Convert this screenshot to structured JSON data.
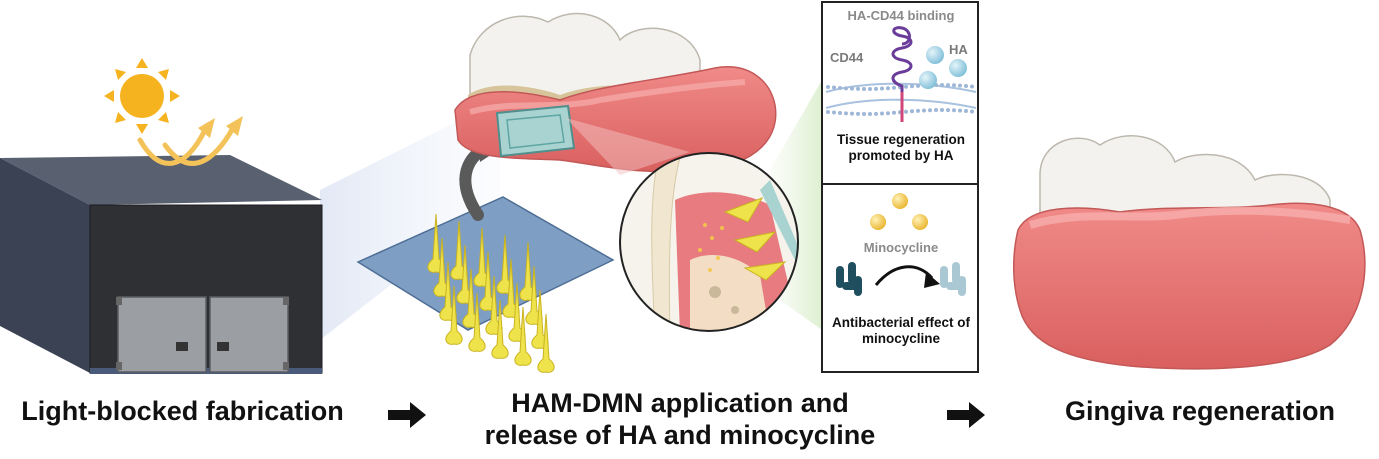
{
  "steps": [
    {
      "caption": "Light-blocked fabrication"
    },
    {
      "caption": "HAM-DMN application and release of HA and minocycline"
    },
    {
      "caption": "Gingiva regeneration"
    }
  ],
  "panel": {
    "binding_title": "HA-CD44 binding",
    "cd44_label": "CD44",
    "ha_label": "HA",
    "tissue_text": "Tissue regeneration promoted by HA",
    "minocycline_label": "Minocycline",
    "antibacterial_text": "Antibacterial effect of minocycline"
  },
  "colors": {
    "gum": "#e3706f",
    "gum_light": "#f19a98",
    "tooth": "#f4f2ee",
    "plaque": "#d8c49a",
    "needle": "#eee34a",
    "patch": "#7f9ec3",
    "box_dark": "#2e2f33",
    "sun": "#f4b31f",
    "protein": "#6a3d9a",
    "ha_ball": "#9fd3e6",
    "mino_ball": "#f3c94b",
    "bacteria_dark": "#1f4e5e",
    "bacteria_light": "#a9c8d4"
  },
  "icons": [
    "sun-icon",
    "light-ray-icon",
    "curved-arrow-icon",
    "right-arrow-icon",
    "bacteria-icon"
  ]
}
